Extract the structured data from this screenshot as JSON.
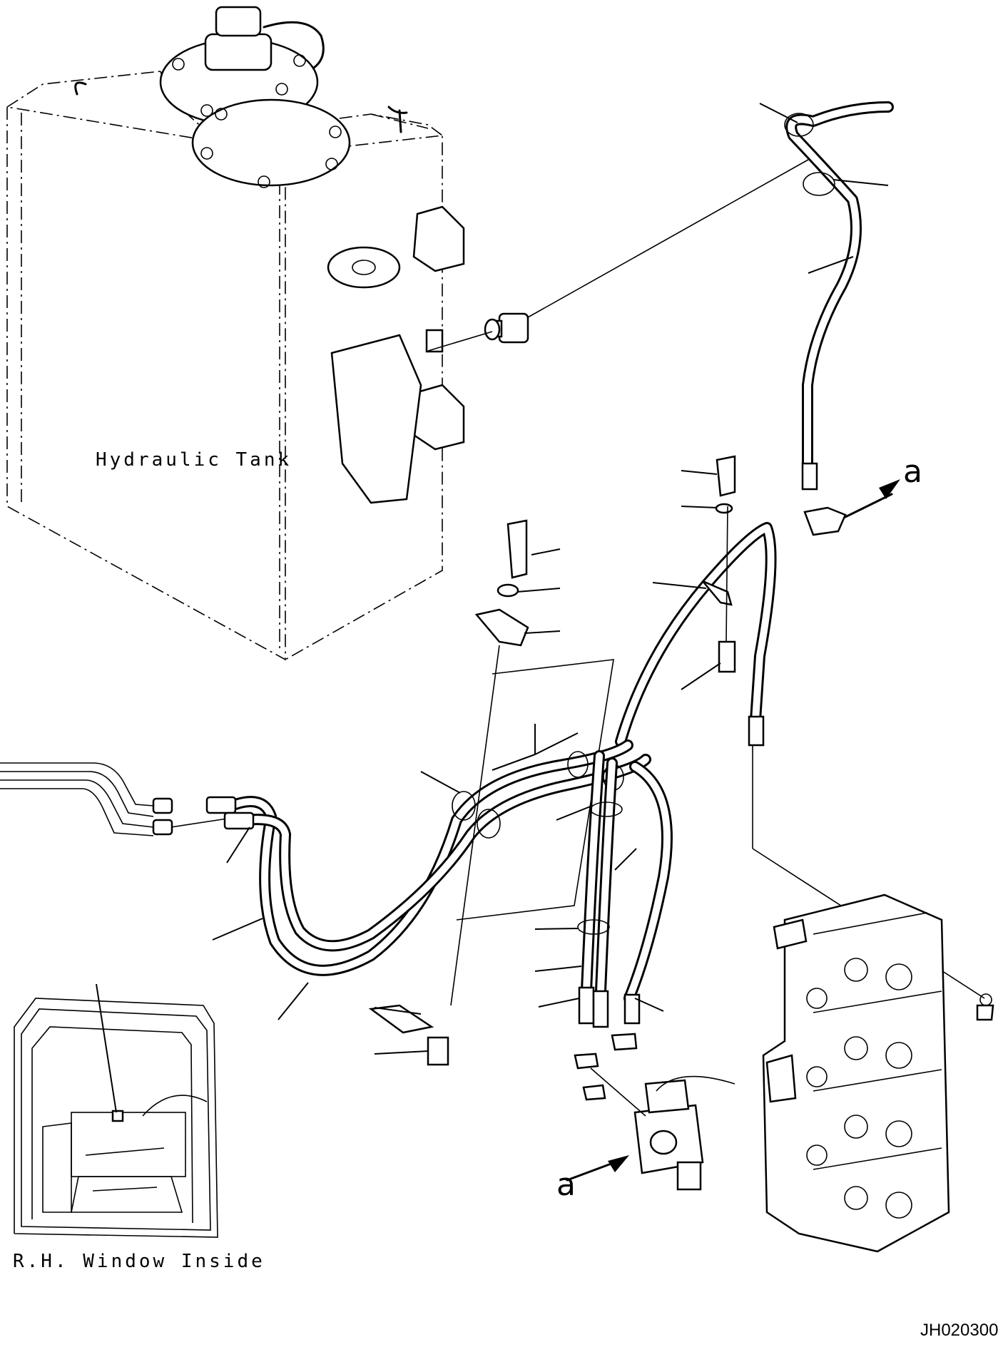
{
  "diagram": {
    "labels": {
      "hydraulic_tank": "Hydraulic Tank",
      "window_inside": "R.H. Window Inside",
      "drawing_number": "JH020300"
    },
    "callouts": {
      "a_top": "a",
      "a_bottom": "a"
    }
  }
}
